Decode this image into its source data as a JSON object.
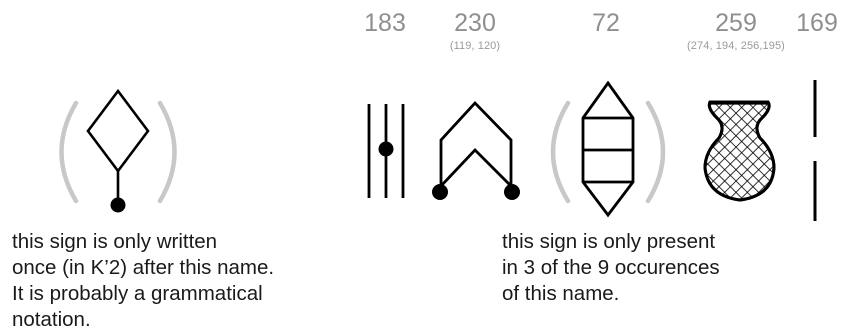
{
  "sign_numbers": {
    "n183": "183",
    "n230": "230",
    "n230_variants": "(119, 120)",
    "n72": "72",
    "n259": "259",
    "n259_variants": "(274, 194, 256,195)",
    "n169": "169"
  },
  "notes": {
    "left": [
      "this sign is only written",
      "once (in K’2) after this name.",
      "It is probably a grammatical",
      "notation."
    ],
    "right": [
      "this sign is only present",
      "in 3 of the 9 occurences",
      "of this name."
    ]
  },
  "colors": {
    "glyph": "#000000",
    "parenthesis": "#c8c8c8",
    "number": "#8f8f8f"
  }
}
